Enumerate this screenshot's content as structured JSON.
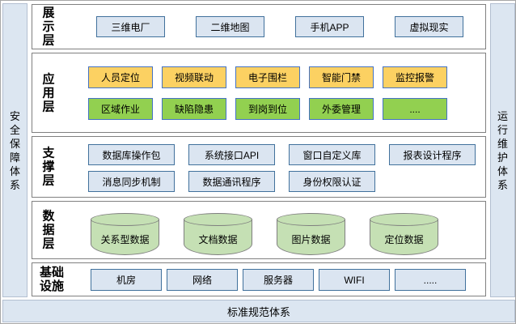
{
  "pillars": {
    "left": "安全保障体系",
    "right": "运行维护体系",
    "bottom": "标准规范体系"
  },
  "layers": [
    {
      "label": "展示层",
      "items": [
        "三维电厂",
        "二维地图",
        "手机APP",
        "虚拟现实"
      ]
    },
    {
      "label": "应用层",
      "row1": [
        "人员定位",
        "视频联动",
        "电子围栏",
        "智能门禁",
        "监控报警"
      ],
      "row2": [
        "区域作业",
        "缺陷隐患",
        "到岗到位",
        "外委管理",
        "...."
      ]
    },
    {
      "label": "支撑层",
      "row1": [
        "数据库操作包",
        "系统接口API",
        "窗口自定义库",
        "报表设计程序"
      ],
      "row2": [
        "消息同步机制",
        "数据通讯程序",
        "身份权限认证"
      ]
    },
    {
      "label": "数据层",
      "items": [
        "关系型数据",
        "文档数据",
        "图片数据",
        "定位数据"
      ]
    },
    {
      "label": "基础设施",
      "items": [
        "机房",
        "网络",
        "服务器",
        "WIFI",
        "....."
      ]
    }
  ],
  "colors": {
    "pillar_fill": "#dce6f1",
    "blue_box_fill": "#dbe5f1",
    "blue_box_border": "#41719c",
    "yellow_box_fill": "#fcd162",
    "green_box_fill": "#92d050",
    "box_accent_border": "#4472c4",
    "cylinder_fill": "#c5e0b4",
    "layer_border": "#808080"
  }
}
